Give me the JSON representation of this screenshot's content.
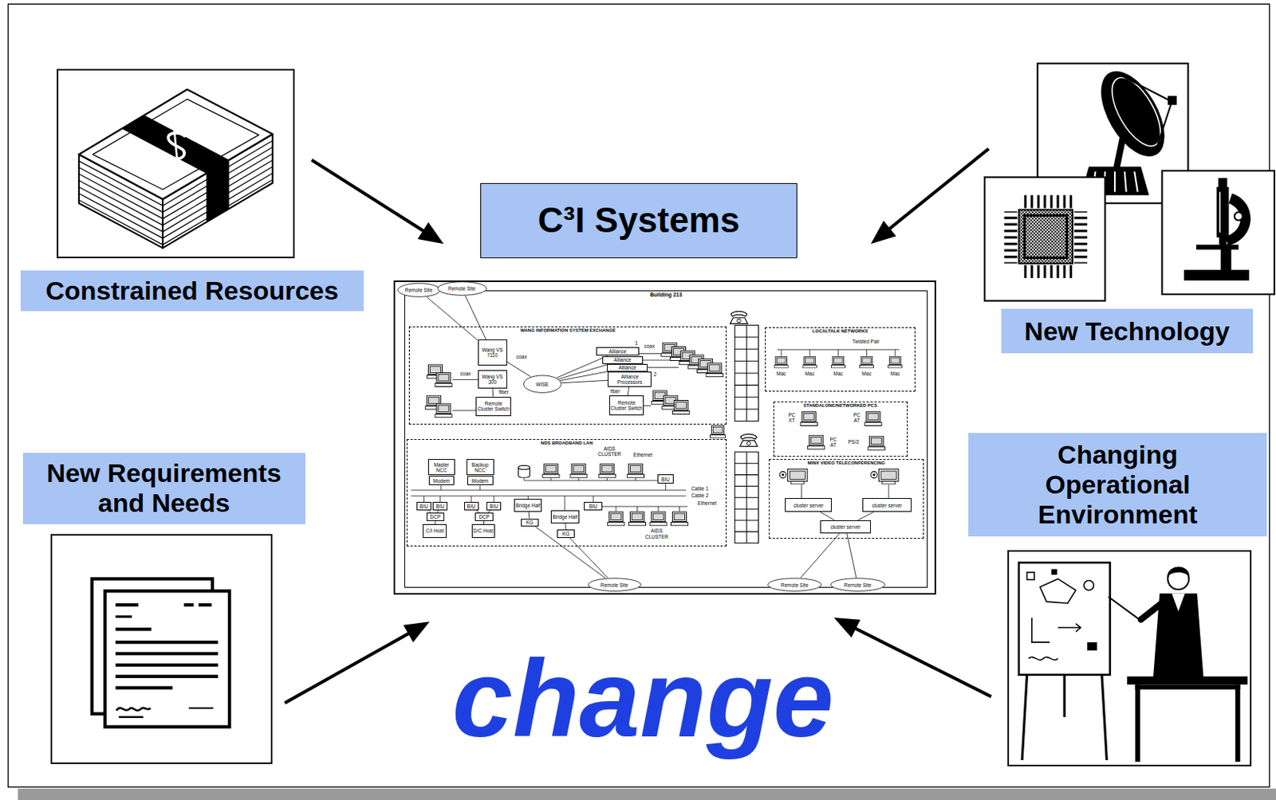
{
  "diagram": {
    "nodes": [
      {
        "text": [
          "Constrained Resources"
        ]
      },
      {
        "text": [
          "C³I Systems"
        ]
      },
      {
        "text": [
          "Building 213"
        ],
        "in": 1
      },
      {
        "text": [
          "Remote Site"
        ],
        "in": 1
      },
      {
        "text": [
          "Remote Site"
        ],
        "in": 1
      },
      {
        "text": [
          "WANG INFORMATION SYSTEM EXCHANGE"
        ],
        "in": 2
      },
      {
        "text": [
          "Wang VS 7110"
        ],
        "in": 5
      },
      {
        "text": [
          "Wang VS 300"
        ],
        "in": 5
      },
      {
        "text": [
          "Remote Cluster Switch"
        ],
        "in": 5
      },
      {
        "text": [
          "WISE"
        ],
        "in": 5
      },
      {
        "text": [
          "Alliance"
        ],
        "in": 5
      },
      {
        "text": [
          "Alliance"
        ],
        "in": 5
      },
      {
        "text": [
          "Alliance"
        ],
        "in": 5
      },
      {
        "text": [
          "Alliance Processors"
        ],
        "in": 5
      },
      {
        "text": [
          "Remote Cluster Switch"
        ],
        "in": 5
      },
      {
        "text": [
          "NDS BROADBAND LAN"
        ],
        "in": 2
      },
      {
        "text": [
          "Master NCC"
        ],
        "in": 15
      },
      {
        "text": [
          "Modem"
        ],
        "in": 15
      },
      {
        "text": [
          "Backup NCC"
        ],
        "in": 15
      },
      {
        "text": [
          "Modem"
        ],
        "in": 15
      },
      {
        "text": [
          "BIU"
        ],
        "in": 15
      },
      {
        "text": [
          "BIU"
        ],
        "in": 15
      },
      {
        "text": [
          "BIU"
        ],
        "in": 15
      },
      {
        "text": [
          "BIU"
        ],
        "in": 15
      },
      {
        "text": [
          "DCP"
        ],
        "in": 15
      },
      {
        "text": [
          "DCP"
        ],
        "in": 15
      },
      {
        "text": [
          "C/I Host"
        ],
        "in": 15
      },
      {
        "text": [
          "D/C Host"
        ],
        "in": 15
      },
      {
        "text": [
          "Bridge Half"
        ],
        "in": 15
      },
      {
        "text": [
          "KG"
        ],
        "in": 15
      },
      {
        "text": [
          "Bridge Half"
        ],
        "in": 15
      },
      {
        "text": [
          "KG"
        ],
        "in": 15
      },
      {
        "text": [
          "BIU"
        ],
        "in": 15
      },
      {
        "text": [
          "BIU"
        ],
        "in": 15
      },
      {
        "text": [
          "LOCALTALK NETWORKS"
        ],
        "in": 2
      },
      {
        "text": [
          "STANDALONE/NETWORKED PCS"
        ],
        "in": 2
      },
      {
        "text": [
          "MINX VIDEO TELECONFERENCING"
        ],
        "in": 2
      },
      {
        "text": [
          "cluster server"
        ],
        "in": 36
      },
      {
        "text": [
          "cluster server"
        ],
        "in": 36
      },
      {
        "text": [
          "cluster server"
        ],
        "in": 36
      },
      {
        "text": [
          "Remote Site"
        ],
        "in": 1
      },
      {
        "text": [
          "Remote Site"
        ],
        "in": 1
      },
      {
        "text": [
          "Remote Site"
        ],
        "in": 1
      },
      {
        "text": [
          "New Technology"
        ]
      },
      {
        "text": [
          "New Requirements and Needs"
        ]
      },
      {
        "text": [
          "Changing Operational Environment"
        ]
      }
    ],
    "edges": [
      {
        "from": 0,
        "to": 1,
        "arrow": "to"
      },
      {
        "from": 43,
        "to": 1,
        "arrow": "to"
      },
      {
        "from": 44,
        "to": 1,
        "arrow": "to"
      },
      {
        "from": 45,
        "to": 1,
        "arrow": "to"
      },
      {
        "from": 3,
        "to": 6,
        "arrow": "none"
      },
      {
        "from": 4,
        "to": 6,
        "arrow": "none"
      },
      {
        "from": 6,
        "to": 9,
        "arrow": "none"
      },
      {
        "from": 7,
        "to": 8,
        "arrow": "none"
      },
      {
        "from": 9,
        "to": 10,
        "arrow": "none"
      },
      {
        "from": 9,
        "to": 11,
        "arrow": "none"
      },
      {
        "from": 9,
        "to": 12,
        "arrow": "none"
      },
      {
        "from": 9,
        "to": 13,
        "arrow": "none"
      },
      {
        "from": 13,
        "to": 14,
        "arrow": "none"
      },
      {
        "from": 20,
        "to": 24,
        "arrow": "none"
      },
      {
        "from": 21,
        "to": 24,
        "arrow": "none"
      },
      {
        "from": 22,
        "to": 25,
        "arrow": "none"
      },
      {
        "from": 23,
        "to": 25,
        "arrow": "none"
      },
      {
        "from": 24,
        "to": 26,
        "arrow": "none"
      },
      {
        "from": 25,
        "to": 27,
        "arrow": "none"
      },
      {
        "from": 28,
        "to": 29,
        "arrow": "none"
      },
      {
        "from": 30,
        "to": 31,
        "arrow": "none"
      },
      {
        "from": 29,
        "to": 40,
        "arrow": "none"
      },
      {
        "from": 31,
        "to": 40,
        "arrow": "none"
      },
      {
        "from": 39,
        "to": 37,
        "arrow": "none"
      },
      {
        "from": 39,
        "to": 38,
        "arrow": "none"
      },
      {
        "from": 39,
        "to": 41,
        "arrow": "none"
      },
      {
        "from": 39,
        "to": 42,
        "arrow": "none"
      }
    ],
    "labels": [
      "coax",
      "fiber",
      "coax",
      "1",
      "coax",
      "2",
      "fiber",
      "AIDS CLUSTER",
      "Ethernet",
      "Cable 1",
      "Cable 2",
      "Ethernet",
      "AIDS CLUSTER",
      "Twisted Pair",
      "Mac",
      "Mac",
      "Mac",
      "Mac",
      "Mac",
      "PC XT",
      "PC AT",
      "PC AT",
      "PS/2",
      "change"
    ]
  }
}
